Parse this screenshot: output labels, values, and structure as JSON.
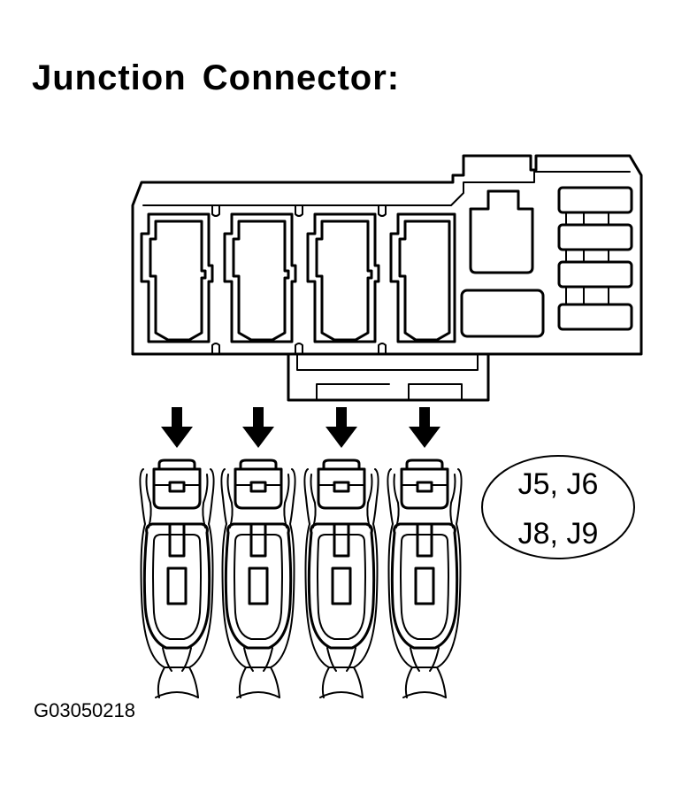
{
  "title": "Junction Connector:",
  "connector_ids": {
    "line1": "J5, J6",
    "line2": "J8, J9"
  },
  "reference_code": "G03050218",
  "terminals": [
    {
      "id": "terminal-1"
    },
    {
      "id": "terminal-2"
    },
    {
      "id": "terminal-3"
    },
    {
      "id": "terminal-4"
    }
  ],
  "colors": {
    "ink": "#000000",
    "paper": "#ffffff"
  }
}
